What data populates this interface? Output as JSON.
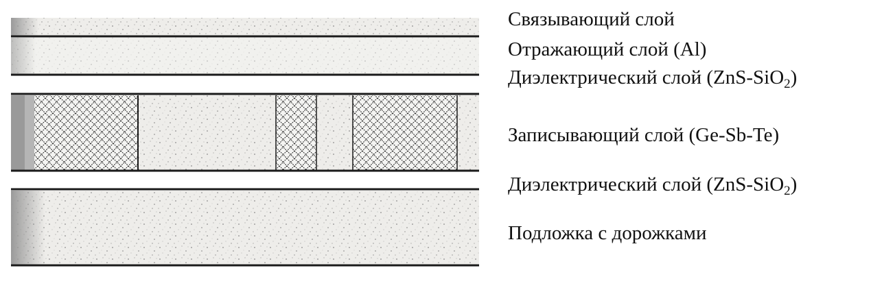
{
  "layers": [
    {
      "id": "bonding",
      "name": "Связывающий слой"
    },
    {
      "id": "reflective",
      "name": "Отражающий слой (Al)"
    },
    {
      "id": "dielectric1",
      "name_prefix": "Диэлектрический слой (ZnS-SiO",
      "name_sub": "2",
      "name_suffix": ")"
    },
    {
      "id": "recording",
      "name": "Записывающий слой (Ge-Sb-Te)"
    },
    {
      "id": "dielectric2",
      "name_prefix": "Диэлектрический слой (ZnS-SiO",
      "name_sub": "2",
      "name_suffix": ")"
    },
    {
      "id": "substrate",
      "name": "Подложка с дорожками"
    }
  ],
  "colors": {
    "line": "#1a1a1a",
    "speckle_fill": "#ecebe8",
    "crystal_pattern": "#222222",
    "left_shade": "#a5a5a5"
  },
  "recording_segments": [
    "crystalline",
    "amorphous",
    "crystalline",
    "amorphous",
    "crystalline",
    "amorphous"
  ]
}
